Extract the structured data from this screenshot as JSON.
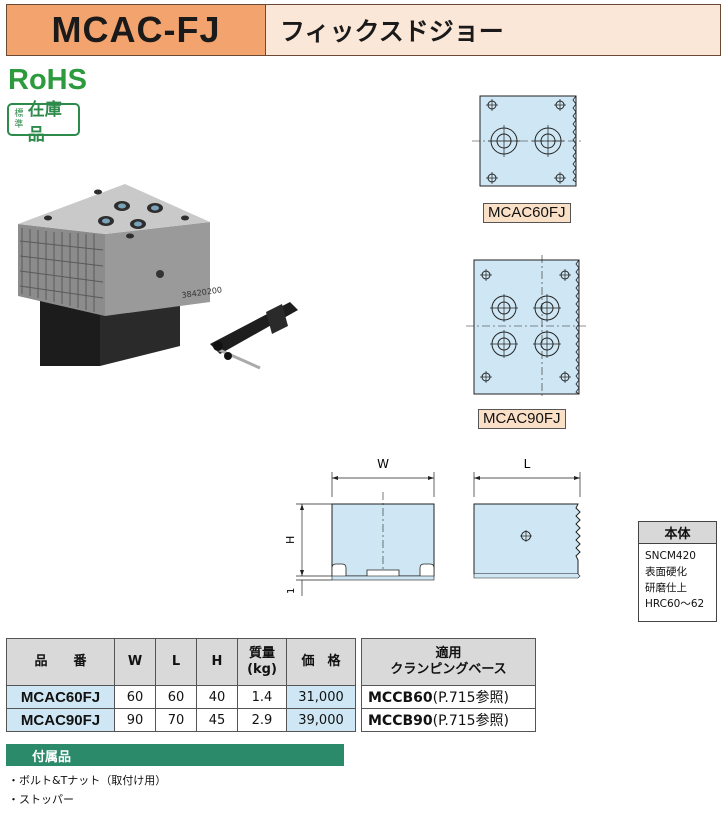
{
  "header": {
    "model": "MCAC-FJ",
    "title": "フィックスドジョー"
  },
  "badges": {
    "rohs": "RoHS",
    "stock_small_1": "標",
    "stock_small_2": "準",
    "stock_main": "在庫品"
  },
  "drawings": {
    "label_60": "MCAC60FJ",
    "label_90": "MCAC90FJ",
    "dim_w": "W",
    "dim_l": "L",
    "dim_h": "H",
    "dim_1": "1"
  },
  "product_photo": {
    "serial": "38420200"
  },
  "material": {
    "header": "本体",
    "lines": [
      "SNCM420",
      "表面硬化",
      "研磨仕上",
      "HRC60～62"
    ]
  },
  "spec_table": {
    "headers": {
      "part": "品　　番",
      "w": "W",
      "l": "L",
      "h": "H",
      "mass_1": "質量",
      "mass_2": "(kg)",
      "price": "価　格",
      "base_1": "適用",
      "base_2": "クランピングベース"
    },
    "rows": [
      {
        "part": "MCAC60FJ",
        "w": "60",
        "l": "60",
        "h": "40",
        "mass": "1.4",
        "price": "31,000",
        "base": "MCCB60",
        "ref": "(P.715参照)"
      },
      {
        "part": "MCAC90FJ",
        "w": "90",
        "l": "70",
        "h": "45",
        "mass": "2.9",
        "price": "39,000",
        "base": "MCCB90",
        "ref": "(P.715参照)"
      }
    ]
  },
  "accessories": {
    "title": "付属品",
    "items": [
      "・ボルト&Tナット（取付け用）",
      "・ストッパー"
    ]
  },
  "colors": {
    "header_orange": "#f2a36e",
    "header_light": "#fbe7d8",
    "rohs_green": "#2c9a3d",
    "drawing_blue": "#cfe7f4",
    "acc_green": "#2a8a6a"
  }
}
